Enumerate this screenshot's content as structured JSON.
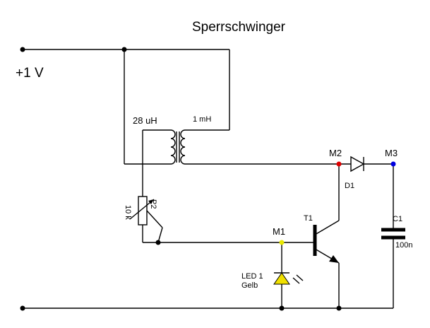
{
  "title": "Sperrschwinger",
  "supply_label": "+1 V",
  "components": {
    "transformer": {
      "primary_label": "28 uH",
      "secondary_label": "1 mH"
    },
    "potentiometer": {
      "name": "P2",
      "value": "10 k"
    },
    "transistor": {
      "name": "T1"
    },
    "diode": {
      "name": "D1"
    },
    "capacitor": {
      "name": "C1",
      "value": "100n"
    },
    "led": {
      "name": "LED 1",
      "color_label": "Gelb"
    }
  },
  "measure_points": [
    {
      "name": "M1",
      "color": "#e8e800"
    },
    {
      "name": "M2",
      "color": "#e00000"
    },
    {
      "name": "M3",
      "color": "#0000e0"
    }
  ],
  "colors": {
    "led_fill": "#f0e000"
  }
}
